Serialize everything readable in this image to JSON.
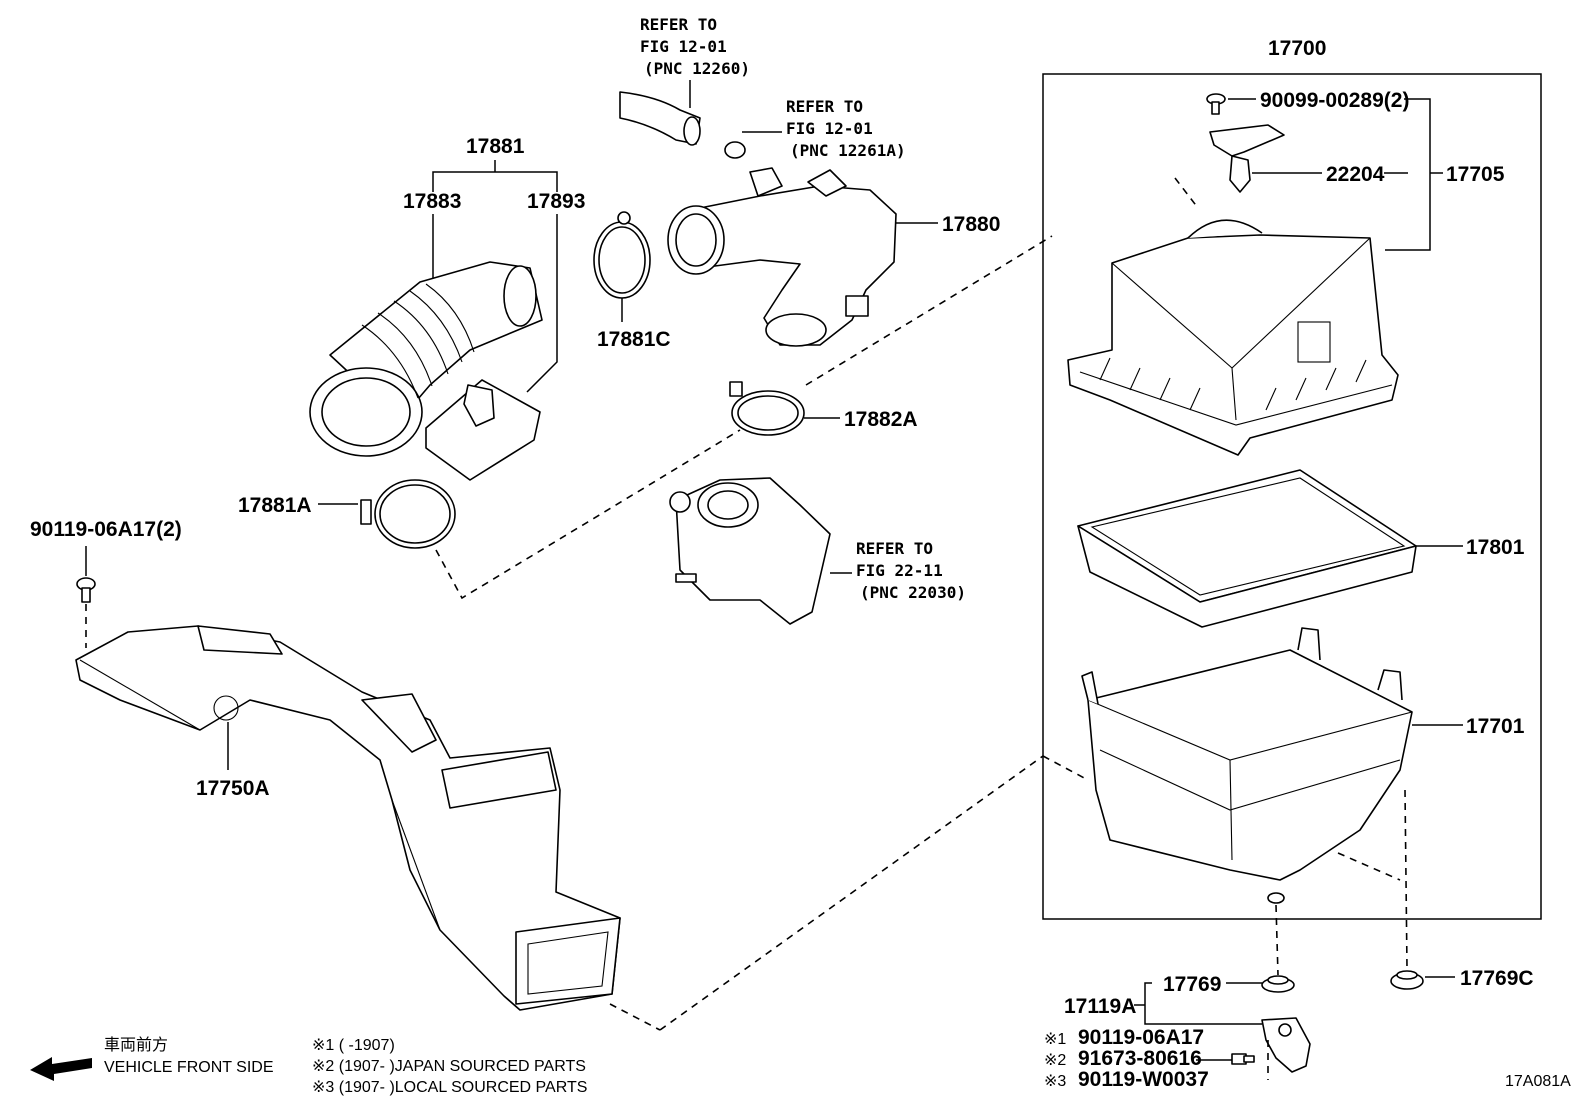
{
  "labels": {
    "p17700": "17700",
    "p17881": "17881",
    "p17883": "17883",
    "p17893": "17893",
    "p17880": "17880",
    "p17881c": "17881C",
    "p17882a": "17882A",
    "p17881a": "17881A",
    "p90119_06a17_2": "90119-06A17(2)",
    "p17750a": "17750A",
    "p90099_00289_2": "90099-00289(2)",
    "p22204": "22204",
    "p17705": "17705",
    "p17801": "17801",
    "p17701": "17701",
    "p17769": "17769",
    "p17769c": "17769C",
    "p17119a": "17119A",
    "p90119_06a17": "90119-06A17",
    "p91673_80616": "91673-80616",
    "p90119_w0037": "90119-W0037"
  },
  "refs": [
    {
      "line1": "REFER TO",
      "line2": "FIG 12-01",
      "line3": "(PNC 12260)"
    },
    {
      "line1": "REFER TO",
      "line2": "FIG 12-01",
      "line3": "(PNC 12261A)"
    },
    {
      "line1": "REFER TO",
      "line2": "FIG 22-11",
      "line3": "(PNC 22030)"
    }
  ],
  "notes": {
    "m1": "※1",
    "m2": "※2",
    "m3": "※3",
    "n1": "※1 (        -1907)",
    "n2": "※2 (1907-        )JAPAN SOURCED PARTS",
    "n3": "※3 (1907-        )LOCAL SOURCED PARTS"
  },
  "front": {
    "jp": "車両前方",
    "en": "VEHICLE FRONT SIDE"
  },
  "figure_code": "17A081A"
}
